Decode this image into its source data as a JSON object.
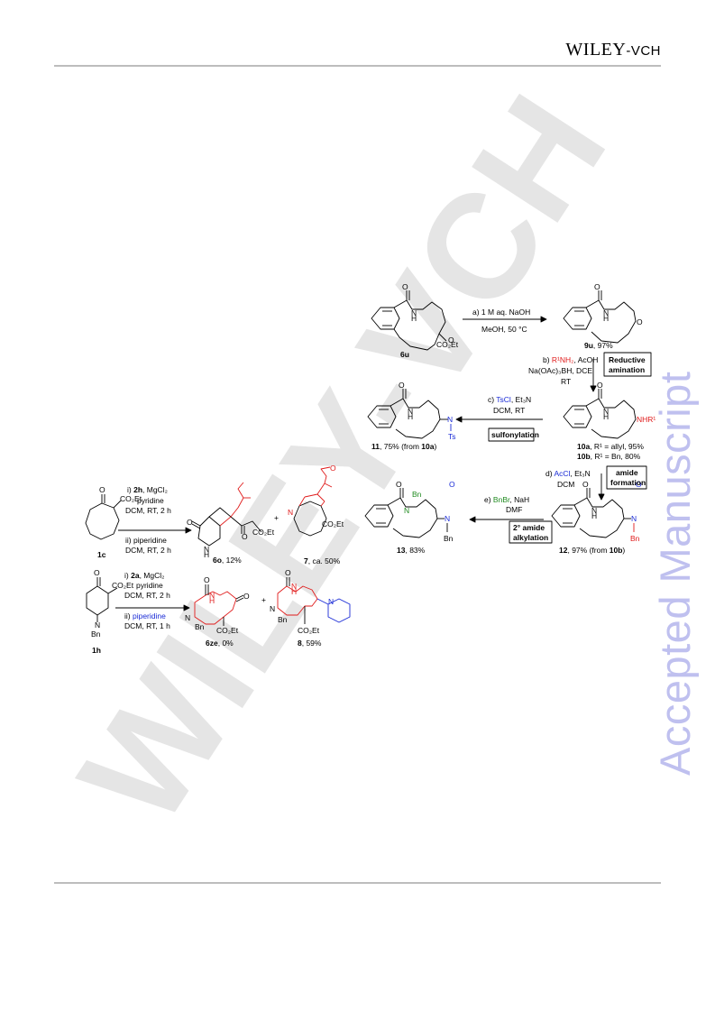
{
  "header": {
    "publisher_main": "WILEY",
    "publisher_sep": "-",
    "publisher_sub": "VCH"
  },
  "watermark": {
    "diagonal_text": "WILEY-VCH",
    "side_text": "Accepted Manuscript",
    "side_color": "#bfc0ef",
    "diagonal_color": "#e3e3e3"
  },
  "colors": {
    "red": "#e01b1b",
    "blue": "#1a2bd6",
    "green": "#1f8a1f",
    "black": "#000000"
  },
  "scheme_top": {
    "sm_label": "6u",
    "step_a_line1": "a) 1 M aq. NaOH",
    "step_a_line2": "MeOH, 50 °C",
    "p9u_label": "9u",
    "p9u_yield": ", 97%",
    "step_b_prefix": "b) ",
    "step_b_reagent": "R¹NH₂",
    "step_b_rest": ", AcOH",
    "step_b_line2": "Na(OAc)₃BH, DCE",
    "step_b_line3": "RT",
    "box_reductive_1": "Reductive",
    "box_reductive_2": "amination",
    "p10_line1_label": "10a",
    "p10_line1_rest": ", R¹ = allyl, 95%",
    "p10_line2_label": "10b",
    "p10_line2_rest": ", R¹ = Bn, 80%",
    "nhr": "NHR¹",
    "step_c_prefix": "c) ",
    "step_c_reagent": "TsCl",
    "step_c_rest": ", Et₃N",
    "step_c_line2": "DCM, RT",
    "box_sulfonylation": "sulfonylation",
    "p11_label": "11",
    "p11_rest": ", 75% (from ",
    "p11_from": "10a",
    "p11_end": ")",
    "step_d_prefix": "d) ",
    "step_d_reagent": "AcCl",
    "step_d_rest": ", Et₃N",
    "step_d_line2": "DCM",
    "box_amide_1": "amide",
    "box_amide_2": "formation",
    "p12_label": "12",
    "p12_rest": ", 97% (from ",
    "p12_from": "10b",
    "p12_end": ")",
    "step_e_prefix": "e) ",
    "step_e_reagent": "BnBr",
    "step_e_rest": ", NaH",
    "step_e_line2": "DMF",
    "box_alkyl_1": "2° amide",
    "box_alkyl_2": "alkylation",
    "p13_label": "13",
    "p13_rest": ", 83%",
    "co2et": "CO₂Et",
    "ts": "Ts",
    "bn": "Bn"
  },
  "scheme_bottom": {
    "sm1_label": "1c",
    "r1_line1_prefix": "i) ",
    "r1_line1_bold": "2h",
    "r1_line1_rest": ", MgCl₂",
    "r1_line2": "pyridine",
    "r1_line3": "DCM, RT, 2 h",
    "r1_line4": "ii) piperidine",
    "r1_line5": "DCM, RT, 2 h",
    "p6o_label": "6o",
    "p6o_yield": ", 12%",
    "plus": "+",
    "p7_label": "7",
    "p7_yield": ", ca. 50%",
    "sm2_label": "1h",
    "r2_line1_prefix": "i) ",
    "r2_line1_bold": "2a",
    "r2_line1_rest": ", MgCl₂",
    "r2_line2": "pyridine",
    "r2_line3": "DCM, RT, 2 h",
    "r2_line4_prefix": "ii) ",
    "r2_line4_reagent": "piperidine",
    "r2_line5": "DCM, RT, 1 h",
    "p6ze_label": "6ze",
    "p6ze_yield": ", 0%",
    "p8_label": "8",
    "p8_yield": ", 59%"
  }
}
